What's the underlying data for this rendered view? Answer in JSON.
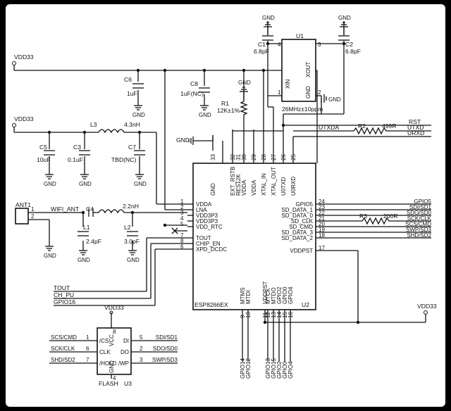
{
  "power": {
    "vdd33": "VDD33",
    "gnd": "GND"
  },
  "u2": {
    "ref": "U2",
    "part": "ESP8266EX",
    "left_pins": [
      {
        "num": "1",
        "name": "VDDA"
      },
      {
        "num": "2",
        "name": "LNA"
      },
      {
        "num": "3",
        "name": "VDD3P3"
      },
      {
        "num": "4",
        "name": "VDD3P3"
      },
      {
        "num": "5",
        "name": "VDD_RTC"
      },
      {
        "num": "7",
        "name": "TOUT"
      },
      {
        "num": "8",
        "name": "CHIP_EN"
      },
      {
        "num": "6",
        "name": "XPD_DCDC"
      }
    ],
    "right_pins": [
      {
        "num": "24",
        "name": "GPIO5",
        "net": "GPIO5"
      },
      {
        "num": "23",
        "name": "SD_DATA_1",
        "net": "SDI/SD1"
      },
      {
        "num": "22",
        "name": "SD_DATA_0",
        "net": "SDO/SD0"
      },
      {
        "num": "21",
        "name": "SD_CLK",
        "net": "SCK/CLK"
      },
      {
        "num": "20",
        "name": "SD_CMD",
        "net": "SCS/CMD"
      },
      {
        "num": "19",
        "name": "SD_DATA_3",
        "net": "SWP/SD3"
      },
      {
        "num": "18",
        "name": "SD_DATA_2",
        "net": "SHD/SD2"
      },
      {
        "num": "17",
        "name": "VDDPST",
        "net": ""
      }
    ],
    "top_pins": [
      {
        "num": "33",
        "name": "GND"
      },
      {
        "num": "32",
        "name": "EXT_RSTB"
      },
      {
        "num": "31",
        "name": "RES12K"
      },
      {
        "num": "30",
        "name": "VDDA"
      },
      {
        "num": "29",
        "name": "VDDA"
      },
      {
        "num": "28",
        "name": "XTAL_IN"
      },
      {
        "num": "27",
        "name": "XTAL_OUT"
      },
      {
        "num": "26",
        "name": "U0TXD"
      },
      {
        "num": "25",
        "name": "U0RXD"
      }
    ],
    "bottom_pins": [
      {
        "num": "9",
        "name": "MTMS",
        "net": "GPIO14"
      },
      {
        "num": "10",
        "name": "MTDI",
        "net": "GPIO12"
      },
      {
        "num": "11",
        "name": "VDDPST",
        "net": ""
      },
      {
        "num": "12",
        "name": "MTCK",
        "net": "GPIO13"
      },
      {
        "num": "13",
        "name": "MTDO",
        "net": "GPIO15"
      },
      {
        "num": "14",
        "name": "GPIO2",
        "net": "GPIO2"
      },
      {
        "num": "15",
        "name": "GPIO0",
        "net": "GPIO0"
      },
      {
        "num": "16",
        "name": "GPIO4",
        "net": "GPIO4"
      }
    ]
  },
  "u1": {
    "ref": "U1",
    "pin_xin": "XIN",
    "pin_xout": "XOUT",
    "pin_gnd": "GND",
    "pin_nums": [
      "4",
      "3",
      "1",
      "2"
    ],
    "freq": "26MHz±10ppm",
    "gnd_label": "GND"
  },
  "u3": {
    "ref": "U3",
    "part": "FLASH",
    "vcc": "VCC",
    "gnd": "GND",
    "vcc_pin": "8",
    "gnd_pin": "4",
    "left_pins": [
      {
        "num": "1",
        "name": "/CS",
        "net": "SCS/CMD"
      },
      {
        "num": "6",
        "name": "CLK",
        "net": "SCK/CLK"
      },
      {
        "num": "7",
        "name": "/HOLD",
        "net": "SHD/SD2"
      }
    ],
    "right_pins": [
      {
        "num": "5",
        "name": "DI",
        "net": "SDI/SD1"
      },
      {
        "num": "2",
        "name": "DO",
        "net": "SDO/SD0"
      },
      {
        "num": "3",
        "name": "/WP",
        "net": "SWP/SD3"
      }
    ]
  },
  "components": {
    "c1": {
      "ref": "C1",
      "value": "6.8pF"
    },
    "c2": {
      "ref": "C2",
      "value": "6.8pF"
    },
    "c3": {
      "ref": "C3",
      "value": "0.1uF"
    },
    "c4": {
      "ref": "C4",
      "value": ""
    },
    "c5": {
      "ref": "C5",
      "value": "10uF"
    },
    "c6": {
      "ref": "C6",
      "value": "1uF"
    },
    "c7": {
      "ref": "C7",
      "value": "TBD(NC)"
    },
    "c8": {
      "ref": "C8",
      "value": "1uF(NC)"
    },
    "l1": {
      "ref": "L1",
      "value": "2.4pF"
    },
    "l2": {
      "ref": "L2",
      "value": "3.0pF"
    },
    "l3": {
      "ref": "L3",
      "value": "4.3nH"
    },
    "l4": {
      "ref": "",
      "value": "2.2nH"
    },
    "r1": {
      "ref": "R1",
      "value": "12K±1%"
    },
    "r2": {
      "ref": "R2",
      "value": "499R"
    },
    "r3": {
      "ref": "R3",
      "value": "200R"
    },
    "ant": {
      "ref": "ANT1",
      "pin1": "1",
      "pin2": "2"
    }
  },
  "nets": {
    "rst": "RST",
    "utxd": "UTXD",
    "urxd": "URXD",
    "utxda": "UTXDA",
    "wifi_ant": "WIFI_ANT",
    "tout": "TOUT",
    "ch_pu": "CH_PU",
    "gpio16": "GPIO16",
    "vdd33_right": "VDD33"
  }
}
